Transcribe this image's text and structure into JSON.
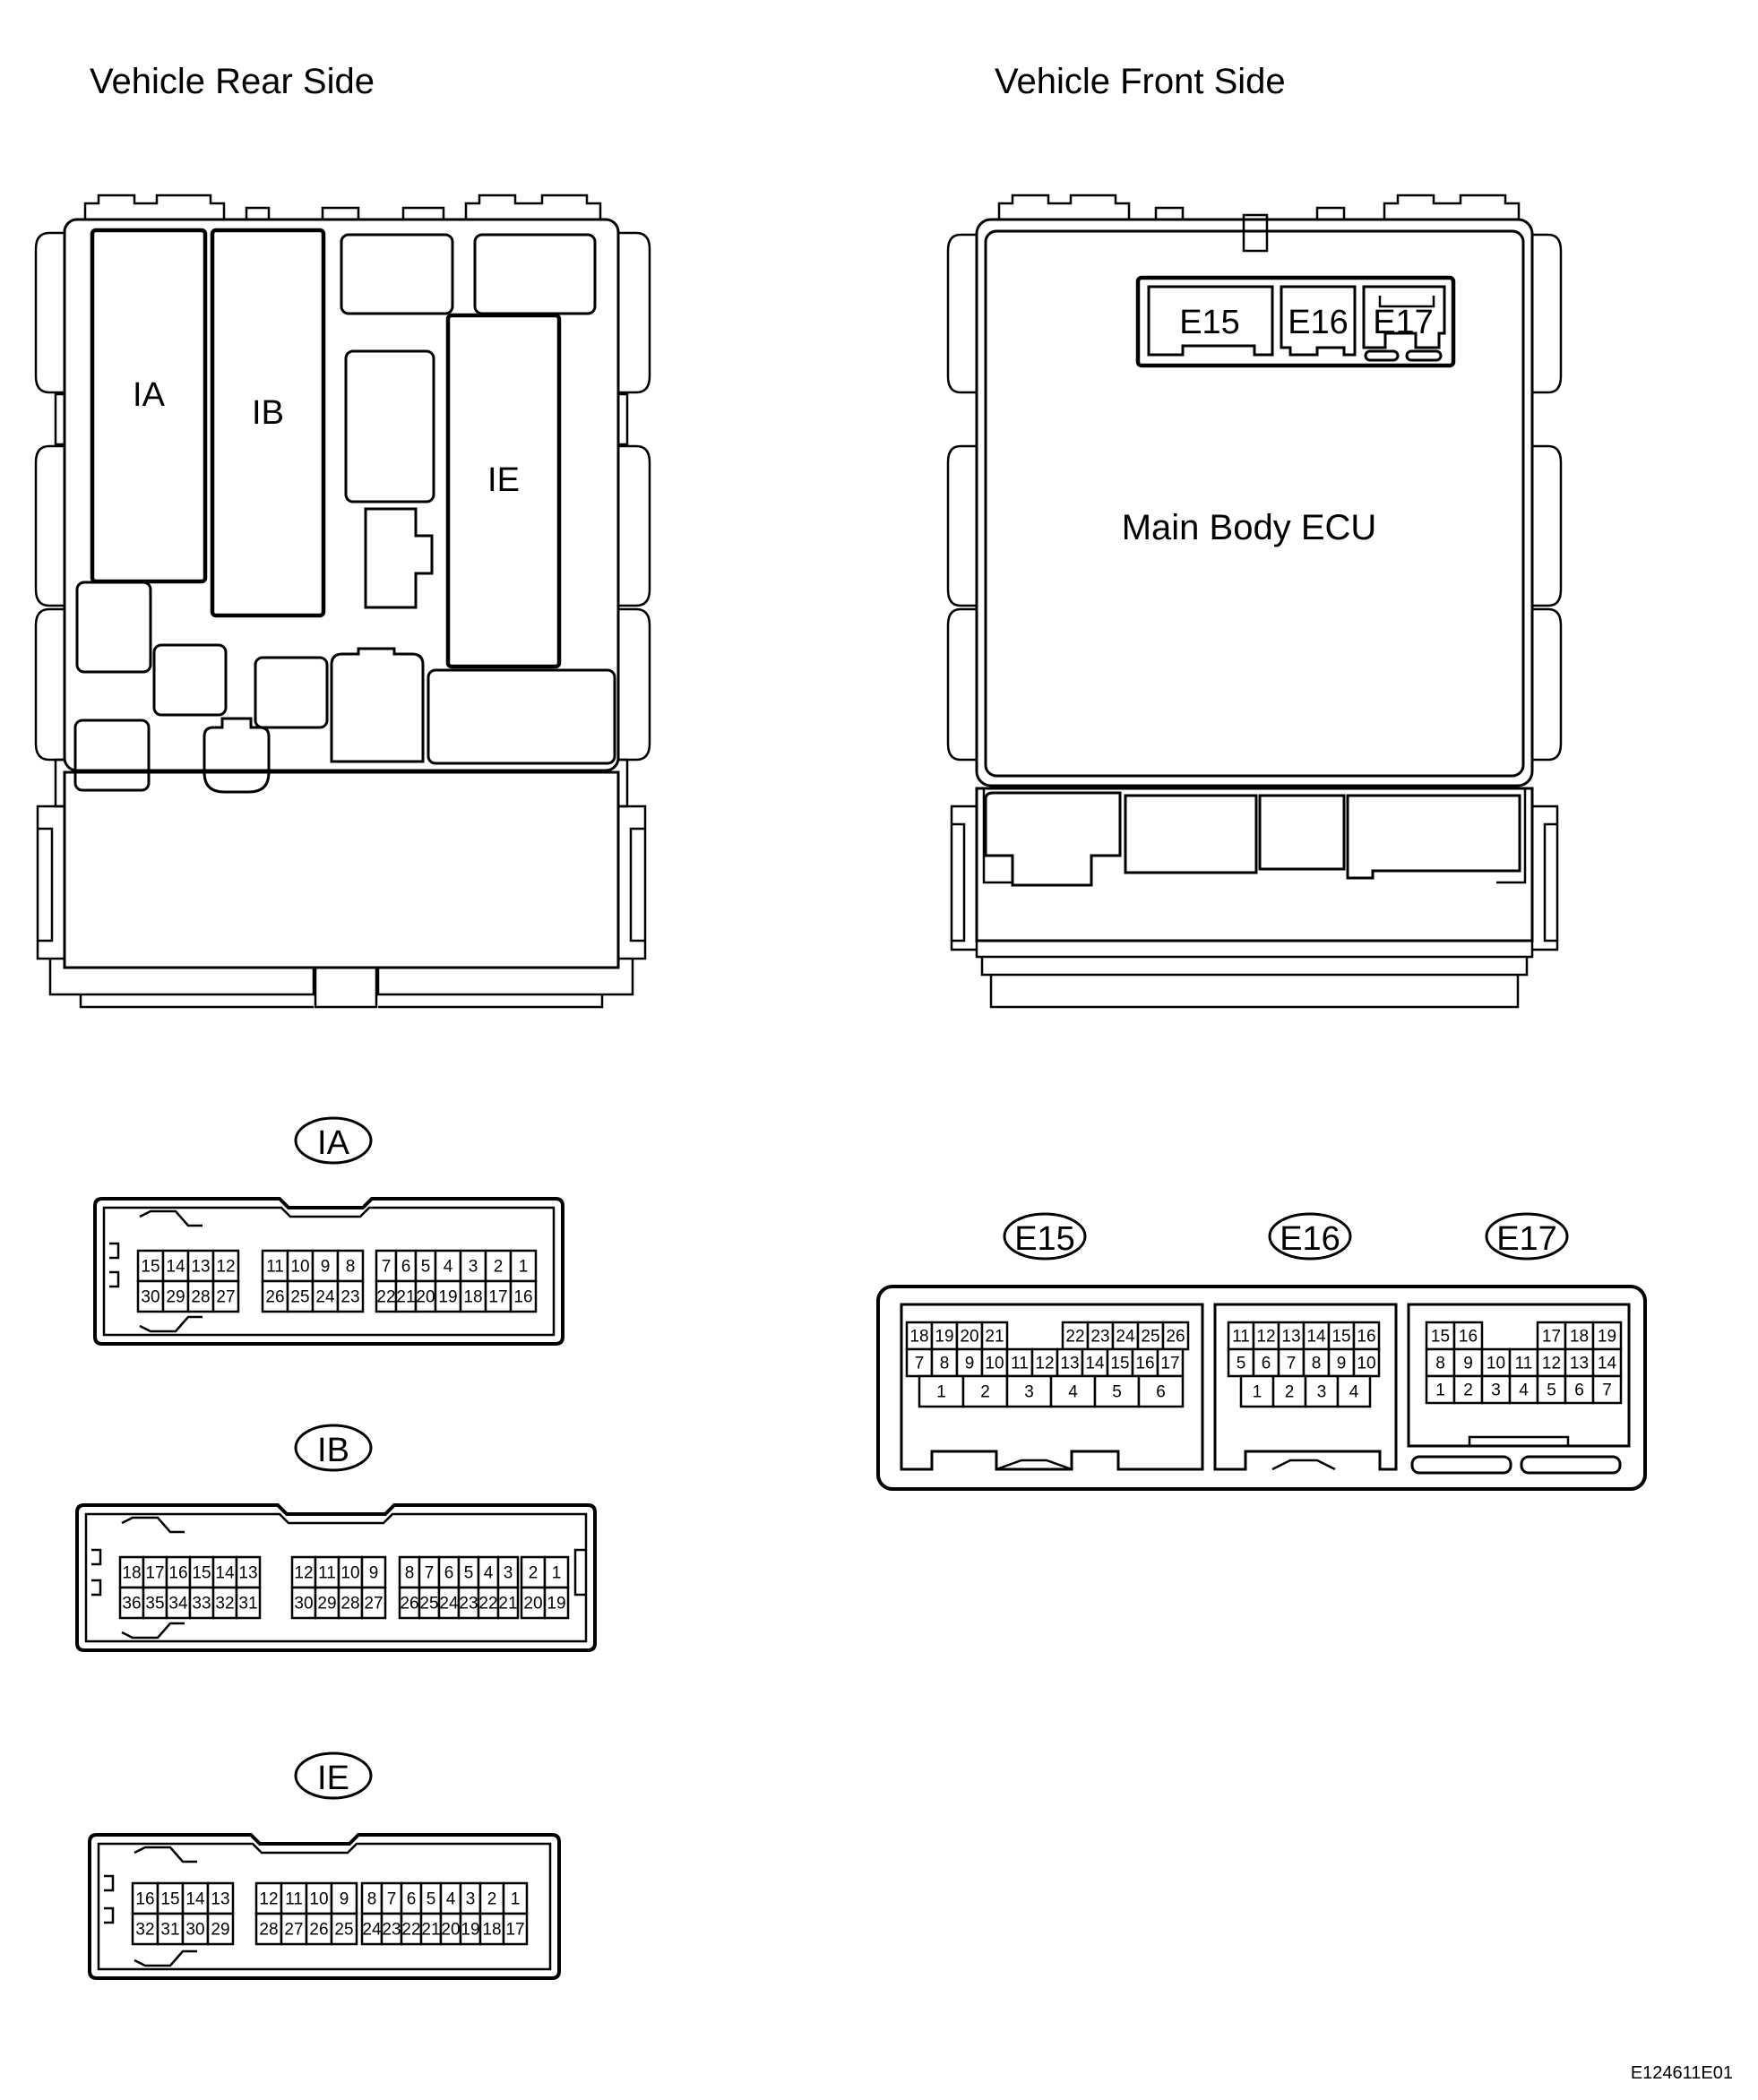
{
  "labels": {
    "rear_side": "Vehicle Rear Side",
    "front_side": "Vehicle Front Side",
    "ecu": "Main Body ECU",
    "figure_code": "E124611E01"
  },
  "junction_block": {
    "connectors": [
      "IA",
      "IB",
      "IE"
    ]
  },
  "ecu_connectors": {
    "ids": [
      "E15",
      "E16",
      "E17"
    ]
  },
  "connectors": {
    "IA": {
      "name": "IA",
      "groups": [
        {
          "top": [
            "15",
            "14",
            "13",
            "12"
          ],
          "bottom": [
            "30",
            "29",
            "28",
            "27"
          ]
        },
        {
          "top": [
            "11",
            "10",
            "9",
            "8"
          ],
          "bottom": [
            "26",
            "25",
            "24",
            "23"
          ]
        },
        {
          "top": [
            "7",
            "6",
            "5"
          ],
          "bottom": [
            "22",
            "21",
            "20"
          ]
        },
        {
          "top": [
            "4",
            "3",
            "2",
            "1"
          ],
          "bottom": [
            "19",
            "18",
            "17",
            "16"
          ]
        }
      ]
    },
    "IB": {
      "name": "IB",
      "groups": [
        {
          "top": [
            "18",
            "17",
            "16",
            "15",
            "14",
            "13"
          ],
          "bottom": [
            "36",
            "35",
            "34",
            "33",
            "32",
            "31"
          ]
        },
        {
          "top": [
            "12",
            "11",
            "10",
            "9"
          ],
          "bottom": [
            "30",
            "29",
            "28",
            "27"
          ]
        },
        {
          "top": [
            "8",
            "7",
            "6",
            "5",
            "4",
            "3"
          ],
          "bottom": [
            "26",
            "25",
            "24",
            "23",
            "22",
            "21"
          ]
        },
        {
          "top": [
            "2",
            "1"
          ],
          "bottom": [
            "20",
            "19"
          ]
        }
      ]
    },
    "IE": {
      "name": "IE",
      "groups": [
        {
          "top": [
            "16",
            "15",
            "14",
            "13"
          ],
          "bottom": [
            "32",
            "31",
            "30",
            "29"
          ]
        },
        {
          "top": [
            "12",
            "11",
            "10",
            "9"
          ],
          "bottom": [
            "28",
            "27",
            "26",
            "25"
          ]
        },
        {
          "top": [
            "8",
            "7",
            "6",
            "5",
            "4",
            "3"
          ],
          "bottom": [
            "24",
            "23",
            "22",
            "21",
            "20",
            "19"
          ]
        },
        {
          "top": [
            "2",
            "1"
          ],
          "bottom": [
            "18",
            "17"
          ]
        }
      ]
    },
    "E15": {
      "name": "E15",
      "row1_left": [
        "18",
        "19",
        "20",
        "21"
      ],
      "row1_right": [
        "22",
        "23",
        "24",
        "25",
        "26"
      ],
      "row2": [
        "7",
        "8",
        "9",
        "10",
        "11",
        "12",
        "13",
        "14",
        "15",
        "16",
        "17"
      ],
      "row3": [
        "1",
        "2",
        "3",
        "4",
        "5",
        "6"
      ]
    },
    "E16": {
      "name": "E16",
      "row1": [
        "11",
        "12",
        "13",
        "14",
        "15",
        "16"
      ],
      "row2": [
        "5",
        "6",
        "7",
        "8",
        "9",
        "10"
      ],
      "row3": [
        "1",
        "2",
        "3",
        "4"
      ]
    },
    "E17": {
      "name": "E17",
      "row1_left": [
        "15",
        "16"
      ],
      "row1_right": [
        "17",
        "18",
        "19"
      ],
      "row2": [
        "8",
        "9",
        "10",
        "11",
        "12",
        "13",
        "14"
      ],
      "row3": [
        "1",
        "2",
        "3",
        "4",
        "5",
        "6",
        "7"
      ]
    }
  }
}
